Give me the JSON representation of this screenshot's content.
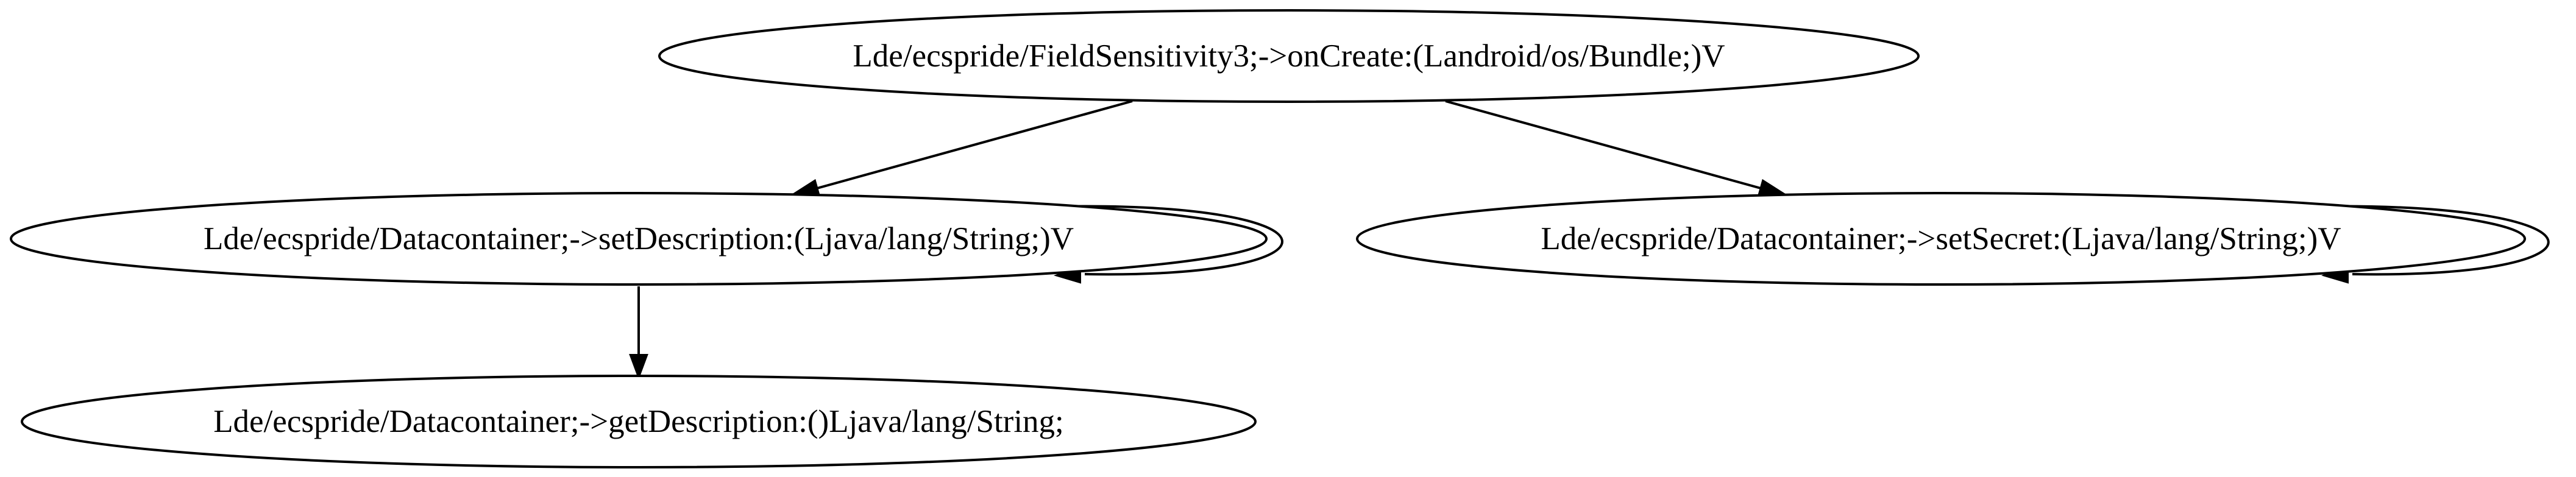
{
  "graph": {
    "nodes": [
      {
        "id": "n0",
        "label": "Lde/ecspride/FieldSensitivity3;->onCreate:(Landroid/os/Bundle;)V"
      },
      {
        "id": "n1",
        "label": "Lde/ecspride/Datacontainer;->setDescription:(Ljava/lang/String;)V"
      },
      {
        "id": "n2",
        "label": "Lde/ecspride/Datacontainer;->setSecret:(Ljava/lang/String;)V"
      },
      {
        "id": "n3",
        "label": "Lde/ecspride/Datacontainer;->getDescription:()Ljava/lang/String;"
      }
    ],
    "edges": [
      {
        "from": "n0",
        "to": "n1"
      },
      {
        "from": "n0",
        "to": "n2"
      },
      {
        "from": "n1",
        "to": "n1"
      },
      {
        "from": "n2",
        "to": "n2"
      },
      {
        "from": "n1",
        "to": "n3"
      }
    ]
  }
}
